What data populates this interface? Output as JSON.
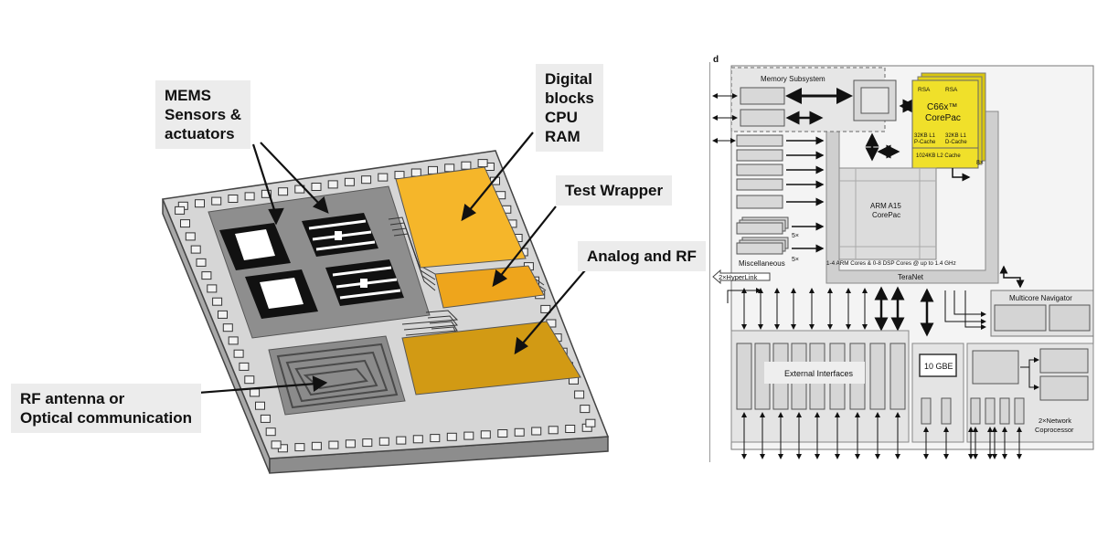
{
  "left_diagram": {
    "callouts": {
      "mems": [
        "MEMS",
        "Sensors &",
        "actuators"
      ],
      "digital": [
        "Digital",
        "blocks",
        "CPU",
        "RAM"
      ],
      "test_wrapper": [
        "Test Wrapper"
      ],
      "analog_rf": [
        "Analog and RF"
      ],
      "rf_antenna": [
        "RF antenna or",
        "Optical communication"
      ]
    },
    "colors": {
      "chip_top": "#d6d6d6",
      "chip_side": "#9a9a9a",
      "digital_block": "#f5b62a",
      "test_wrapper": "#eea51c",
      "analog_block": "#d29a14",
      "mems_region": "#8e8e8e",
      "antenna_region": "#8b8b8b"
    }
  },
  "right_diagram": {
    "panel_label": "d",
    "memory_subsystem": "Memory Subsystem",
    "corepac": {
      "rsa_left": "RSA",
      "rsa_right": "RSA",
      "title": "C66x™",
      "subtitle": "CorePac",
      "p_cache": [
        "32KB L1",
        "P-Cache"
      ],
      "d_cache": [
        "32KB L1",
        "D-Cache"
      ],
      "l2_cache": "1024KB L2 Cache",
      "multiplier": "8×",
      "color": "#f0e02a"
    },
    "arm": [
      "ARM A15",
      "CorePac"
    ],
    "multiplier_5x_a": "5×",
    "multiplier_5x_b": "5×",
    "miscellaneous": "Miscellaneous",
    "cores_caption": "1-4 ARM Cores & 0-8 DSP Cores @ up to 1.4 GHz",
    "hyperlink": "2×HyperLink",
    "teranet": "TeraNet",
    "multicore_navigator": "Multicore Navigator",
    "external_interfaces": "External Interfaces",
    "gbe": "10 GBE",
    "network_coprocessor": [
      "2×Network",
      "Coprocessor"
    ]
  }
}
